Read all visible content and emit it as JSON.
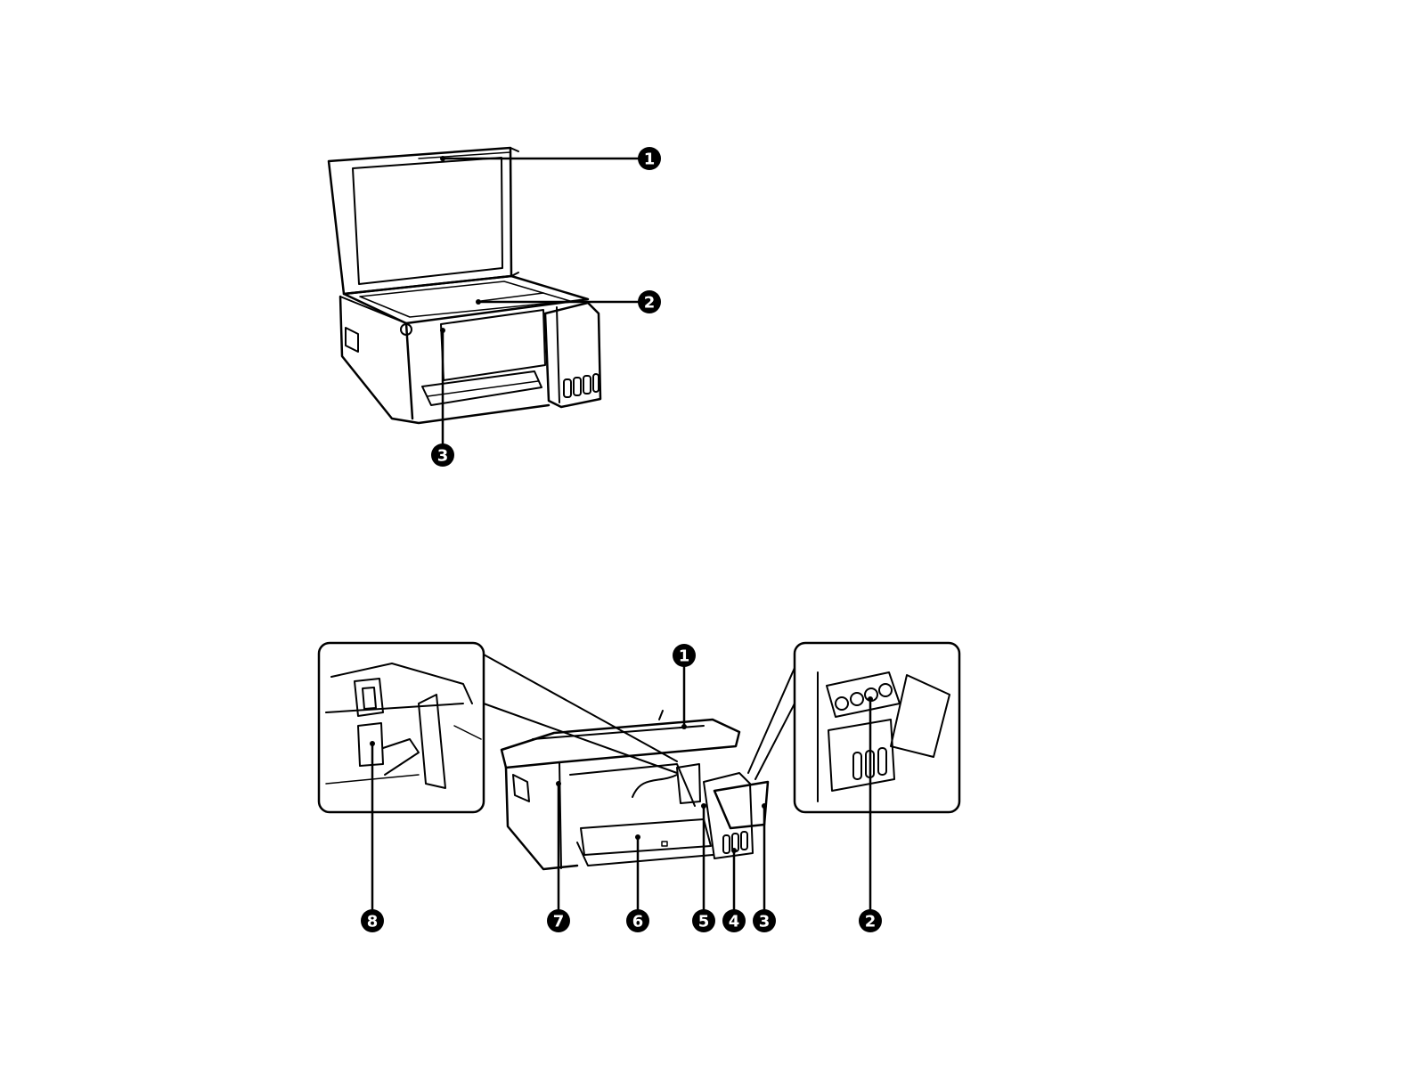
{
  "figure_top": {
    "callouts": [
      {
        "num": "1"
      },
      {
        "num": "2"
      },
      {
        "num": "3"
      }
    ]
  },
  "figure_bottom": {
    "callouts": [
      {
        "num": "1"
      },
      {
        "num": "2"
      },
      {
        "num": "3"
      },
      {
        "num": "4"
      },
      {
        "num": "5"
      },
      {
        "num": "6"
      },
      {
        "num": "7"
      },
      {
        "num": "8"
      }
    ]
  },
  "colors": {
    "line": "#000000",
    "background": "#ffffff",
    "callout_fill": "#000000",
    "callout_text": "#ffffff"
  }
}
